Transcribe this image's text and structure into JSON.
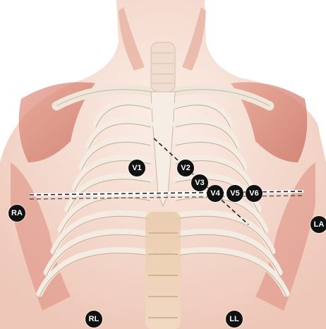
{
  "diagram": {
    "colors": {
      "electrode_fill": "#111111",
      "electrode_text": "#ffffff",
      "skin": "#f3d9cc",
      "muscle": "#d97a6a",
      "bone": "#f5ede2",
      "guide_line": "#222222"
    },
    "electrodes": {
      "v1": "V1",
      "v2": "V2",
      "v3": "V3",
      "v4": "V4",
      "v5": "V5",
      "v6": "V6",
      "ra": "RA",
      "la": "LA",
      "rl": "RL",
      "ll": "LL"
    },
    "guide_lines": [
      "horizontal-dashed",
      "diagonal-dashed"
    ]
  }
}
